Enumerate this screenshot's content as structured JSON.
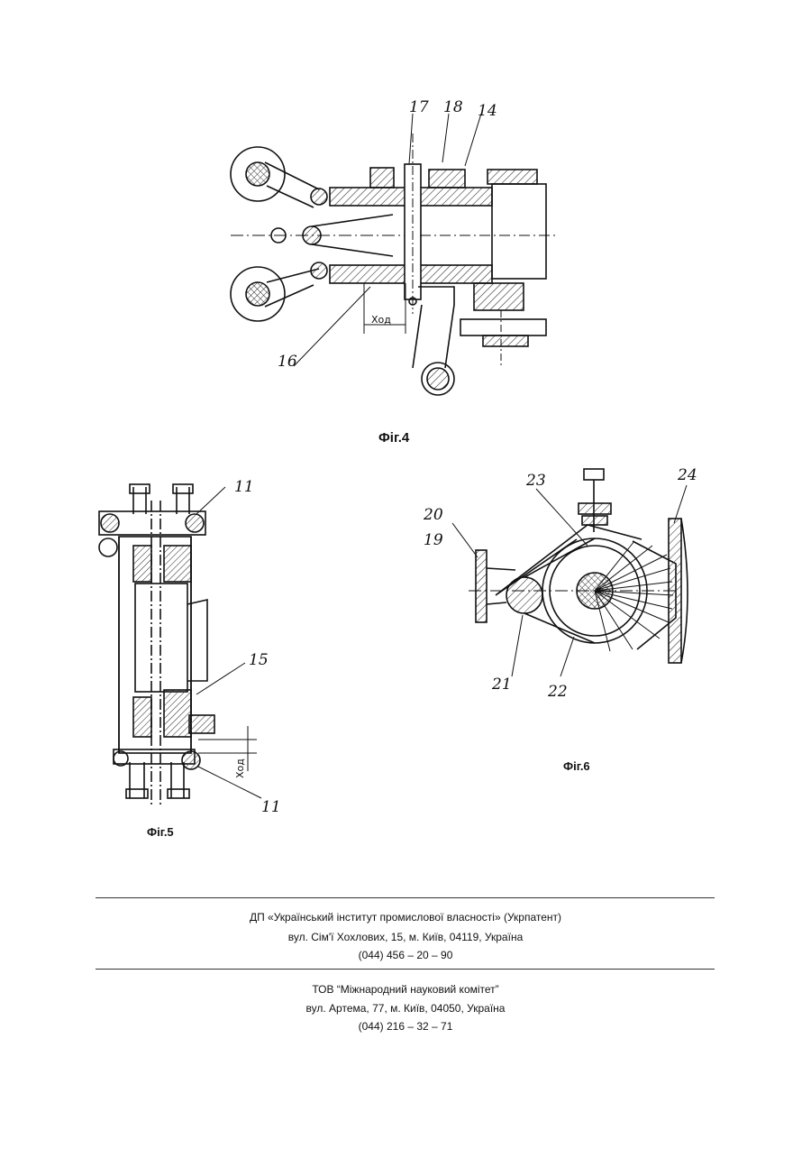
{
  "figures": {
    "fig4": {
      "label": "Фіг.4",
      "callouts": [
        "17",
        "18",
        "14",
        "16"
      ],
      "stroke_label": "Ход"
    },
    "fig5": {
      "label": "Фіг.5",
      "callouts": [
        "11",
        "15",
        "11"
      ],
      "stroke_label": "Ход"
    },
    "fig6": {
      "label": "Фіг.6",
      "callouts": [
        "23",
        "24",
        "20",
        "19",
        "21",
        "22"
      ]
    }
  },
  "footer": {
    "block1": {
      "org": "ДП «Український інститут промислової власності» (Укрпатент)",
      "address": "вул. Сім'ї Хохлових, 15, м. Київ, 04119, Україна",
      "phone": "(044) 456 – 20 – 90"
    },
    "block2": {
      "org": "ТОВ “Міжнародний науковий комітет”",
      "address": "вул. Артема, 77, м. Київ, 04050, Україна",
      "phone": "(044) 216 – 32 – 71"
    }
  },
  "colors": {
    "ink": "#111111",
    "hatch": "#333333",
    "paper": "#ffffff"
  }
}
